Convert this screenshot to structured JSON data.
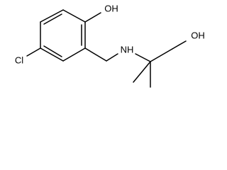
{
  "molecule": {
    "atoms": {
      "phenol_oh": "OH",
      "chloro": "Cl",
      "amine": "NH",
      "hydroxyl": "OH"
    }
  }
}
